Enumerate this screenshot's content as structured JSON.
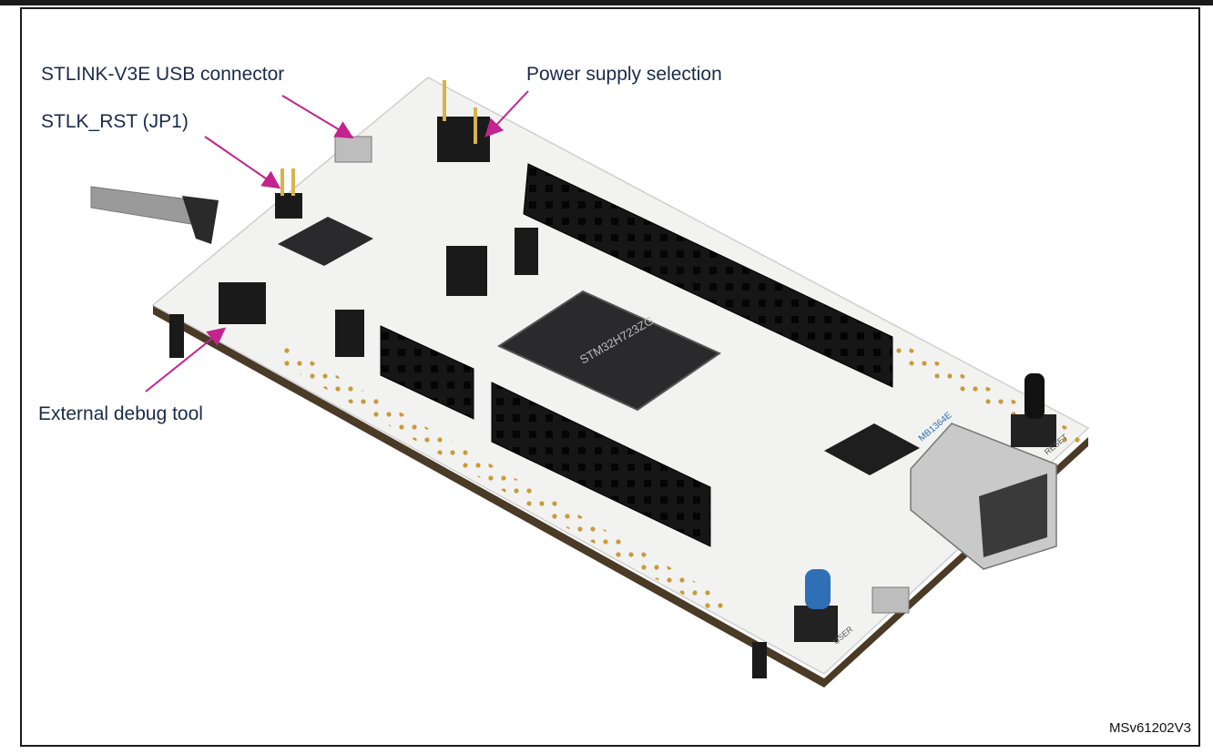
{
  "labels": {
    "usb_connector": "STLINK-V3E USB connector",
    "power_supply": "Power supply selection",
    "stlk_rst": "STLK_RST (JP1)",
    "external_debug": "External debug tool"
  },
  "figure_id": "MSv61202V3",
  "board": {
    "mcu_marking": "STM32H723ZG",
    "reset_label": "RESET",
    "user_label": "USER",
    "board_ref": "MB1364E"
  },
  "colors": {
    "arrow": "#c2238e",
    "label_text": "#1a2a4a",
    "pcb": "#f2f2f0",
    "header": "#1c1c1c",
    "user_button": "#2f6fb5"
  }
}
